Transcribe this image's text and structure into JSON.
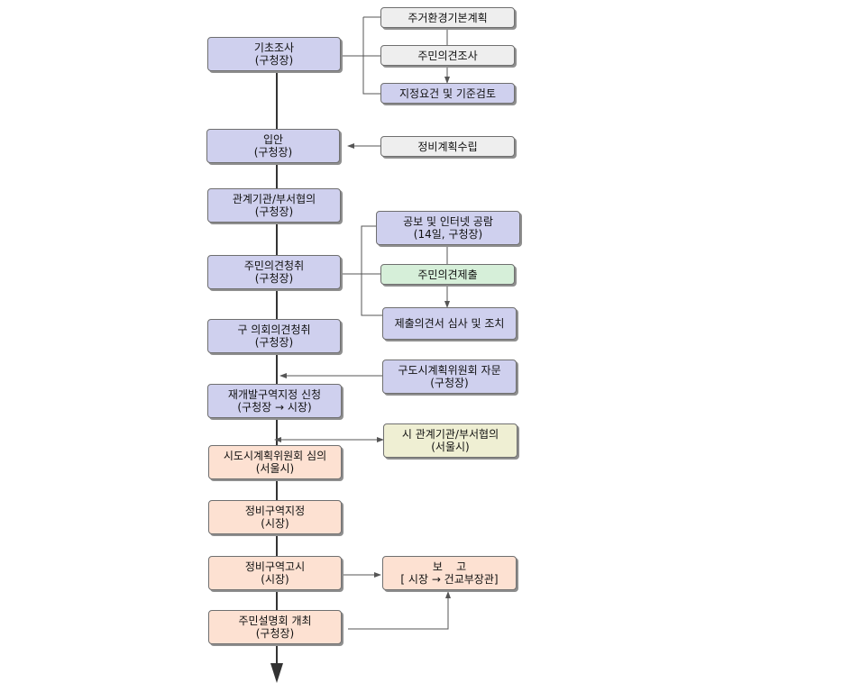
{
  "main_steps": [
    {
      "id": "s1",
      "label": "기초조사",
      "sub": "(구청장)"
    },
    {
      "id": "s2",
      "label": "입안",
      "sub": "(구청장)"
    },
    {
      "id": "s3",
      "label": "관계기관/부서협의",
      "sub": "(구청장)"
    },
    {
      "id": "s4",
      "label": "주민의견청취",
      "sub": "(구청장)"
    },
    {
      "id": "s5",
      "label": "구 의회의견청취",
      "sub": "(구청장)"
    },
    {
      "id": "s6",
      "label": "재개발구역지정 신청",
      "sub": "(구청장 → 시장)"
    },
    {
      "id": "s7",
      "label": "시도시계획위원회 심의",
      "sub": "(서울시)"
    },
    {
      "id": "s8",
      "label": "정비구역지정",
      "sub": "(시장)"
    },
    {
      "id": "s9",
      "label": "정비구역고시",
      "sub": "(시장)"
    },
    {
      "id": "s10",
      "label": "주민설명회 개최",
      "sub": "(구청장)"
    }
  ],
  "side_steps": [
    {
      "id": "b1",
      "label": "주거환경기본계획",
      "sub": ""
    },
    {
      "id": "b2",
      "label": "주민의견조사",
      "sub": ""
    },
    {
      "id": "b3",
      "label": "지정요건 및 기준검토",
      "sub": ""
    },
    {
      "id": "b4",
      "label": "정비계획수립",
      "sub": ""
    },
    {
      "id": "b5",
      "label": "공보 및 인터넷 공람",
      "sub": "(14일, 구청장)"
    },
    {
      "id": "b6",
      "label": "주민의견제출",
      "sub": ""
    },
    {
      "id": "b7",
      "label": "제출의견서 심사 및 조치",
      "sub": ""
    },
    {
      "id": "b8",
      "label": "구도시계획위원회 자문",
      "sub": "(구청장)"
    },
    {
      "id": "b9",
      "label": "시 관계기관/부서협의",
      "sub": "(서울시)"
    },
    {
      "id": "b10",
      "label": "보    고",
      "sub": "[ 시장 → 건교부장관]"
    }
  ],
  "colors": {
    "lavender": "#cfd0ee",
    "gray": "#eeeeee",
    "green": "#d6efd9",
    "peach": "#fde1d2",
    "khaki": "#efefd3",
    "line": "#555555",
    "spine": "#333333"
  }
}
